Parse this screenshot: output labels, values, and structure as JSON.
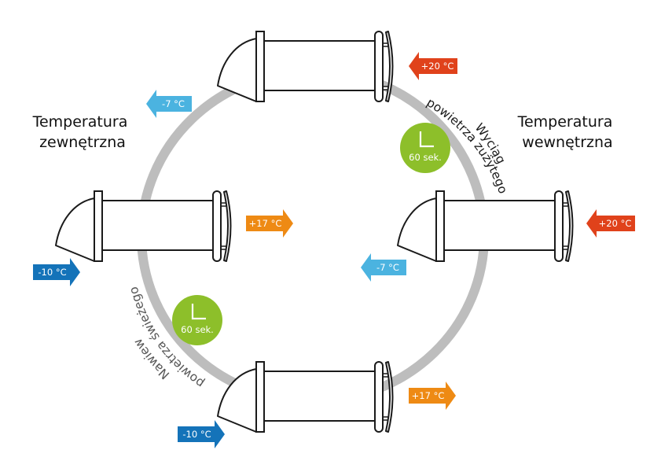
{
  "diagram": {
    "labels": {
      "outside_temp_line1": "Temperatura",
      "outside_temp_line2": "zewnętrzna",
      "inside_temp_line1": "Temperatura",
      "inside_temp_line2": "wewnętrzna"
    },
    "cycle": {
      "exhaust_line1": "Wyciąg",
      "exhaust_line2": "powietrza zużytego",
      "supply_line1": "Nawiew",
      "supply_line2": "powietrza świeżego"
    },
    "timers": [
      {
        "label": "60 sek.",
        "icon": "clock-hands-icon"
      },
      {
        "label": "60 sek.",
        "icon": "clock-hands-icon"
      }
    ],
    "arrows": [
      {
        "id": "top-in",
        "label": "+20 °C",
        "direction": "left",
        "color": "#e0421b"
      },
      {
        "id": "top-out",
        "label": "-7 °C",
        "direction": "left",
        "color": "#4bb3e0"
      },
      {
        "id": "left-in",
        "label": "+17 °C",
        "direction": "right",
        "color": "#ee8a14"
      },
      {
        "id": "left-out",
        "label": "-10 °C",
        "direction": "right",
        "color": "#1473b9"
      },
      {
        "id": "right-in",
        "label": "+20 °C",
        "direction": "left",
        "color": "#e0421b"
      },
      {
        "id": "right-out",
        "label": "-7 °C",
        "direction": "left",
        "color": "#4bb3e0"
      },
      {
        "id": "bottom-in",
        "label": "+17 °C",
        "direction": "right",
        "color": "#ee8a14"
      },
      {
        "id": "bottom-out",
        "label": "-10 °C",
        "direction": "right",
        "color": "#1473b9"
      }
    ],
    "colors": {
      "ring": "#bdbdbd",
      "timer": "#8dbf2a",
      "outline": "#1a1a1a",
      "text": "#111111",
      "arc_text_exhaust": "#1a1a1a",
      "arc_text_supply": "#555555"
    }
  }
}
